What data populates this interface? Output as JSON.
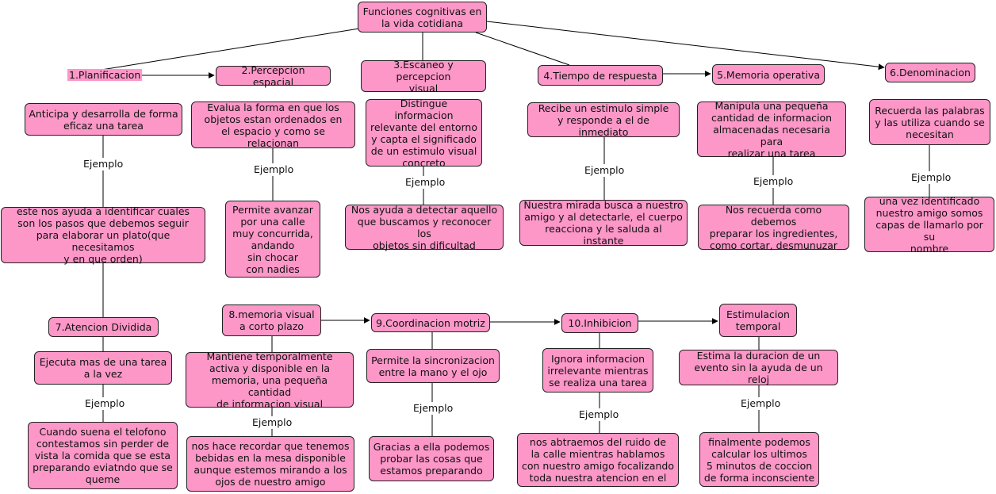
{
  "root": "Funciones cognitivas en\nla vida cotidiana",
  "ejemplo": "Ejemplo",
  "branches": [
    {
      "title": "1.Planificacion",
      "desc": "Anticipa y desarrolla de forma\neficaz una tarea",
      "example": "este nos ayuda a identificar cuales\nson los pasos que debemos seguir\npara elaborar un plato(que necesitamos\ny en que orden)"
    },
    {
      "title": "2.Percepcion espacial",
      "desc": "Evalua la forma en que los\nobjetos estan ordenados en\nel espacio y como se relacionan",
      "example": "Permite avanzar\npor una calle\nmuy concurrida,\nandando\nsin chocar\ncon nadies"
    },
    {
      "title": "3.Escaneo y percepcion\nvisual",
      "desc": "Distingue informacion\nrelevante del entorno\ny capta el significado\nde un estimulo visual\nconcreto",
      "example": "Nos ayuda a detectar aquello\nque buscamos y reconocer los\nobjetos sin dificultad"
    },
    {
      "title": "4.Tiempo de respuesta",
      "desc": "Recibe un estimulo simple\ny responde a el de inmediato",
      "example": "Nuestra mirada busca a nuestro\namigo y al detectarle, el cuerpo\nreacciona y le saluda al instante"
    },
    {
      "title": "5.Memoria operativa",
      "desc": "Manipula una pequeña\ncantidad de informacion\nalmacenadas necesaria para\nrealizar una tarea",
      "example": "Nos recuerda como debemos\npreparar los ingredientes,\ncomo cortar, desmunuzar"
    },
    {
      "title": "6.Denominacion",
      "desc": "Recuerda las palabras\ny las utiliza cuando se\nnecesitan",
      "example": "una vez identificado\nnuestro amigo somos\ncapas de llamarlo por su\nnombre"
    },
    {
      "title": "7.Atencion Dividida",
      "desc": "Ejecuta mas de una tarea\na la vez",
      "example": "Cuando suena el telofono\ncontestamos sin perder de\nvista la comida que se esta\npreparando eviatndo que se\nqueme"
    },
    {
      "title": "8.memoria visual\na corto plazo",
      "desc": "Mantiene temporalmente\nactiva y disponible en la\nmemoria, una pequeña cantidad\nde informacion visual",
      "example": "nos hace recordar que tenemos\nbebidas en la mesa disponible\naunque estemos mirando a los\nojos de nuestro amigo"
    },
    {
      "title": "9.Coordinacion motriz",
      "desc": "Permite la sincronizacion\nentre la mano y el ojo",
      "example": "Gracias a ella podemos\nprobar las cosas que\nestamos preparando"
    },
    {
      "title": "10.Inhibicion",
      "desc": "Ignora informacion\nirrelevante mientras\nse realiza una tarea",
      "example": "nos abtraemos del ruido de\nla calle mientras hablamos\ncon nuestro amigo focalizando\ntoda nuestra atencion en el"
    },
    {
      "title": "Estimulacion\ntemporal",
      "desc": "Estima la duracion de un\nevento sin la ayuda de un reloj",
      "example": "finalmente podemos\ncalcular los ultimos\n5 minutos de coccion\nde forma inconsciente"
    }
  ]
}
